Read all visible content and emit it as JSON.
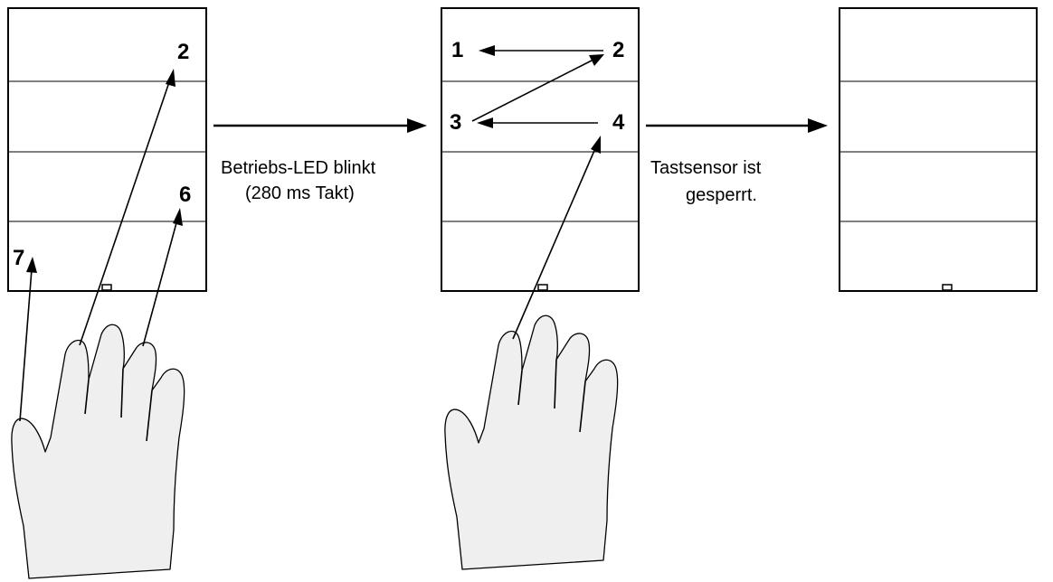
{
  "panel1": {
    "labels": [
      "2",
      "6",
      "7"
    ]
  },
  "panel2": {
    "labels": [
      "1",
      "2",
      "3",
      "4"
    ]
  },
  "transition1": {
    "line1": "Betriebs-LED blinkt",
    "line2": "(280 ms Takt)"
  },
  "transition2": {
    "line1": "Tastsensor ist",
    "line2": "gesperrt."
  },
  "icons": [
    "hand-icon",
    "hand-icon",
    "led-indicator"
  ]
}
